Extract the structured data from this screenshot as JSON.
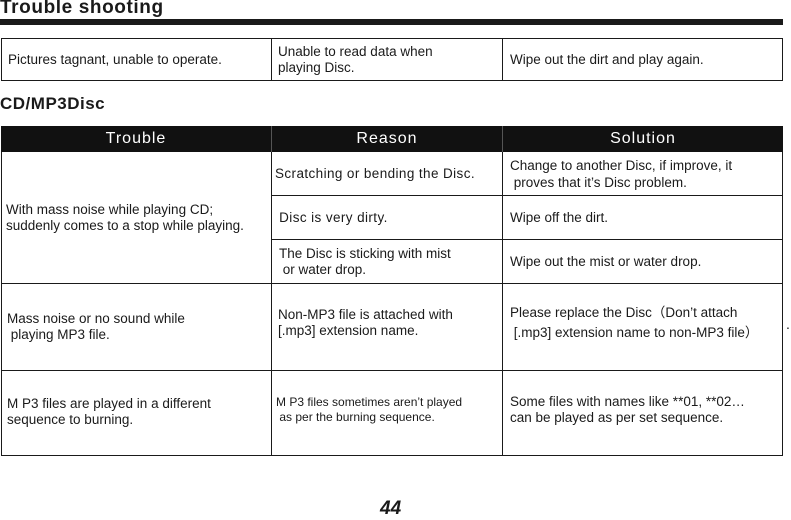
{
  "page": {
    "title": "Trouble shooting",
    "section_title": "CD/MP3Disc",
    "page_number": "44"
  },
  "top_table": {
    "trouble": "Pictures tagnant, unable to operate.",
    "reason": "Unable to read data when\nplaying Disc.",
    "solution": "Wipe out the dirt and play again."
  },
  "cd_table": {
    "headers": [
      "Trouble",
      "Reason",
      "Solution"
    ],
    "groups": [
      {
        "trouble": "With mass noise while playing CD;\nsuddenly comes to a stop while playing.",
        "rows": [
          {
            "reason": "Scratching or bending the Disc.",
            "solution": "Change to another Disc, if improve, it\n proves that it’s Disc problem."
          },
          {
            "reason": " Disc is very dirty.",
            "solution": "Wipe off the dirt."
          },
          {
            "reason": "The Disc is sticking with mist\n or water drop.",
            "solution": "Wipe out the mist or water drop."
          }
        ]
      },
      {
        "trouble": "Mass noise or no sound while\n playing MP3 file.",
        "rows": [
          {
            "reason": "Non-MP3 file is attached with\n[.mp3] extension name.",
            "solution": "Please replace the Disc（Don’t attach\n [.mp3] extension name to non-MP3 file）"
          }
        ],
        "trailing_mark": "."
      },
      {
        "trouble": "M P3 files are played in a different\nsequence to burning.",
        "rows": [
          {
            "reason": "M P3 files sometimes aren’t played\n as per the burning sequence.",
            "solution": "Some files with names like **01, **02…\ncan be played as per set sequence."
          }
        ]
      }
    ]
  }
}
